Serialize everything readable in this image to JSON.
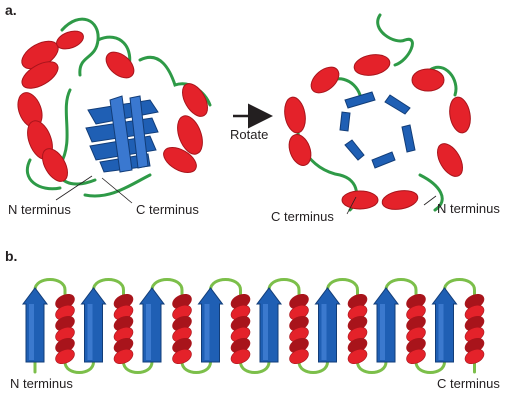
{
  "panel_a": {
    "label": "a.",
    "rotate_label": "Rotate",
    "left_n_terminus": "N terminus",
    "left_c_terminus": "C terminus",
    "right_c_terminus": "C terminus",
    "right_n_terminus": "N terminus"
  },
  "panel_b": {
    "label": "b.",
    "n_terminus": "N terminus",
    "c_terminus": "C terminus",
    "units": 8
  },
  "colors": {
    "helix": "#e4222a",
    "helix_dark": "#a8141b",
    "strand": "#1f5fb4",
    "strand_light": "#4f8be0",
    "loop": "#2e9a47",
    "loop_b": "#7cbf4a",
    "text": "#231f20"
  }
}
